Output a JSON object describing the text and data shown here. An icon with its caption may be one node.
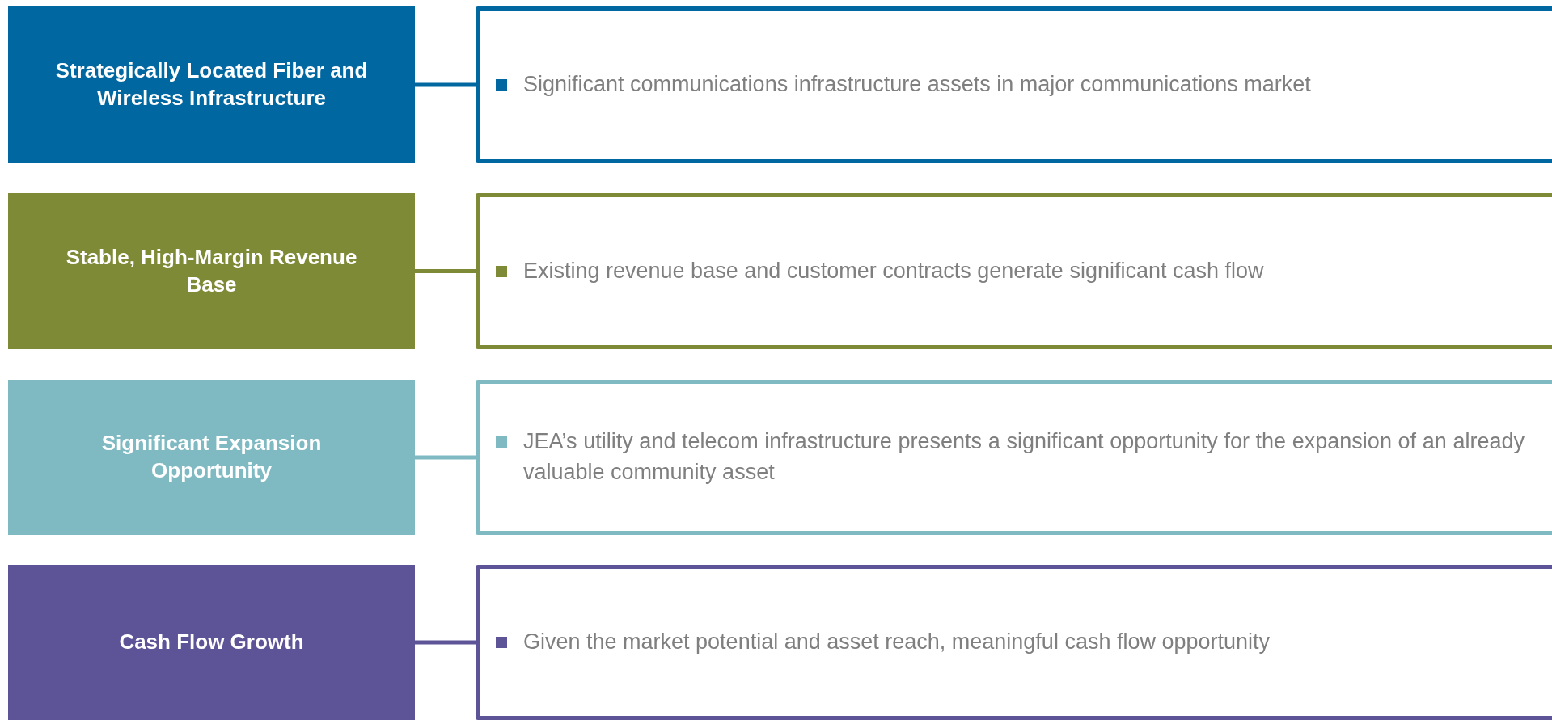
{
  "diagram": {
    "nodes": [
      {
        "text": [
          "Strategically Located Fiber and Wireless Infrastructure"
        ]
      },
      {
        "text": [
          "Significant communications infrastructure assets in major communications market"
        ]
      },
      {
        "text": [
          "Stable, High-Margin Revenue Base"
        ]
      },
      {
        "text": [
          "Existing revenue base and customer contracts generate significant cash flow"
        ]
      },
      {
        "text": [
          "Significant Expansion Opportunity"
        ]
      },
      {
        "text": [
          "JEA’s utility and telecom infrastructure presents a significant opportunity for the expansion of an already valuable community asset"
        ]
      },
      {
        "text": [
          "Cash Flow Growth"
        ]
      },
      {
        "text": [
          "Given the market potential and asset reach, meaningful cash flow opportunity"
        ]
      }
    ],
    "edges": [
      {
        "from": 0,
        "to": 1,
        "arrow": "none",
        "color": "#0067a0"
      },
      {
        "from": 2,
        "to": 3,
        "arrow": "none",
        "color": "#7f8a37"
      },
      {
        "from": 4,
        "to": 5,
        "arrow": "none",
        "color": "#7fbac3"
      },
      {
        "from": 6,
        "to": 7,
        "arrow": "none",
        "color": "#5c5496"
      }
    ]
  }
}
